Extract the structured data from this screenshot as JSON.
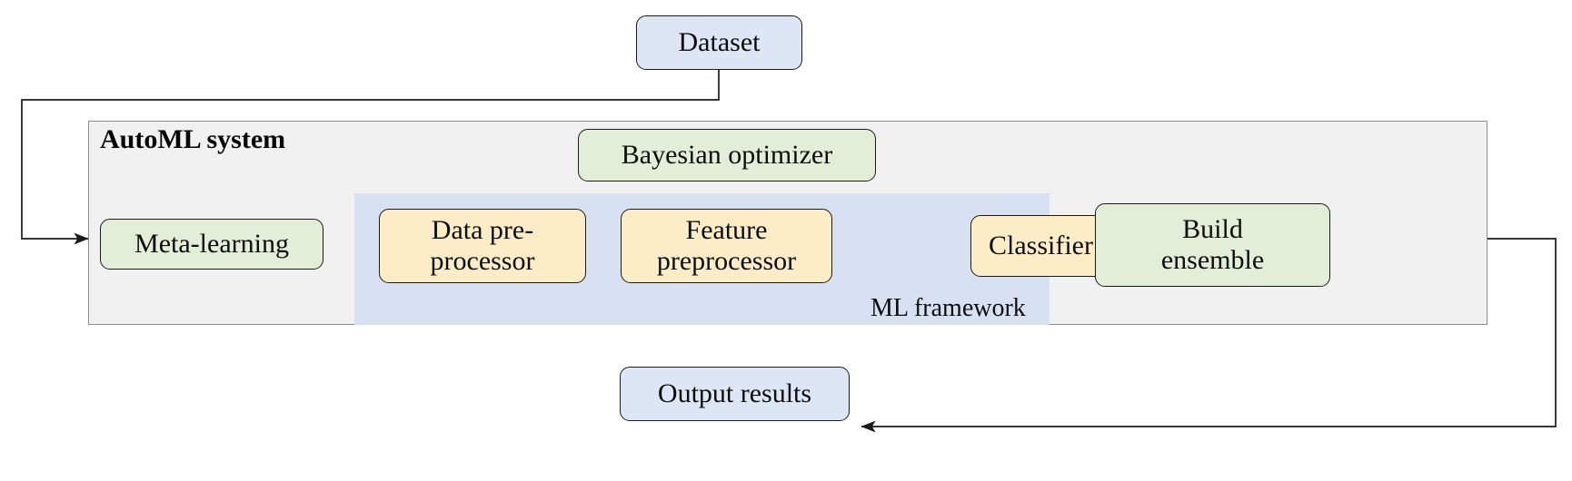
{
  "diagram": {
    "title_visible": false,
    "nodes": {
      "dataset": {
        "label": "Dataset",
        "color": "#dce6f4"
      },
      "automl_system": {
        "label": "AutoML system",
        "color": "#f1f1f1"
      },
      "bayesian_optimizer": {
        "label": "Bayesian optimizer",
        "color": "#e2eed8"
      },
      "meta_learning": {
        "label": "Meta-learning",
        "color": "#e2eed8"
      },
      "data_preprocessor": {
        "label_line1": "Data pre-",
        "label_line2": "processor",
        "color": "#fdedc6"
      },
      "feature_preprocessor": {
        "label_line1": "Feature",
        "label_line2": "preprocessor",
        "color": "#fdedc6"
      },
      "classifier": {
        "label": "Classifier",
        "color": "#fdedc6"
      },
      "build_ensemble": {
        "label_line1": "Build",
        "label_line2": "ensemble",
        "color": "#e2eed8"
      },
      "ml_framework": {
        "label": "ML framework",
        "color": "#d8e1f2"
      },
      "output_results": {
        "label": "Output results",
        "color": "#dce6f4"
      }
    },
    "edges": [
      {
        "name": "dataset-to-automl",
        "from": "dataset",
        "to": "automl_system"
      },
      {
        "name": "automl-to-meta-learning",
        "from": "automl_system",
        "to": "meta_learning"
      },
      {
        "name": "meta-learning-to-data-preprocessor",
        "from": "meta_learning",
        "to": "data_preprocessor"
      },
      {
        "name": "data-preprocessor-to-feature-preprocessor",
        "from": "data_preprocessor",
        "to": "feature_preprocessor"
      },
      {
        "name": "feature-preprocessor-to-classifier",
        "from": "feature_preprocessor",
        "to": "classifier"
      },
      {
        "name": "classifier-to-build-ensemble",
        "from": "classifier",
        "to": "build_ensemble"
      },
      {
        "name": "bayesian-optimizer-to-data-preprocessor",
        "from": "bayesian_optimizer",
        "to": "data_preprocessor"
      },
      {
        "name": "classifier-to-bayesian-optimizer",
        "from": "classifier",
        "to": "bayesian_optimizer"
      },
      {
        "name": "build-ensemble-to-output-results",
        "from": "build_ensemble",
        "to": "output_results"
      }
    ],
    "stroke_color": "#1b1b1b"
  }
}
